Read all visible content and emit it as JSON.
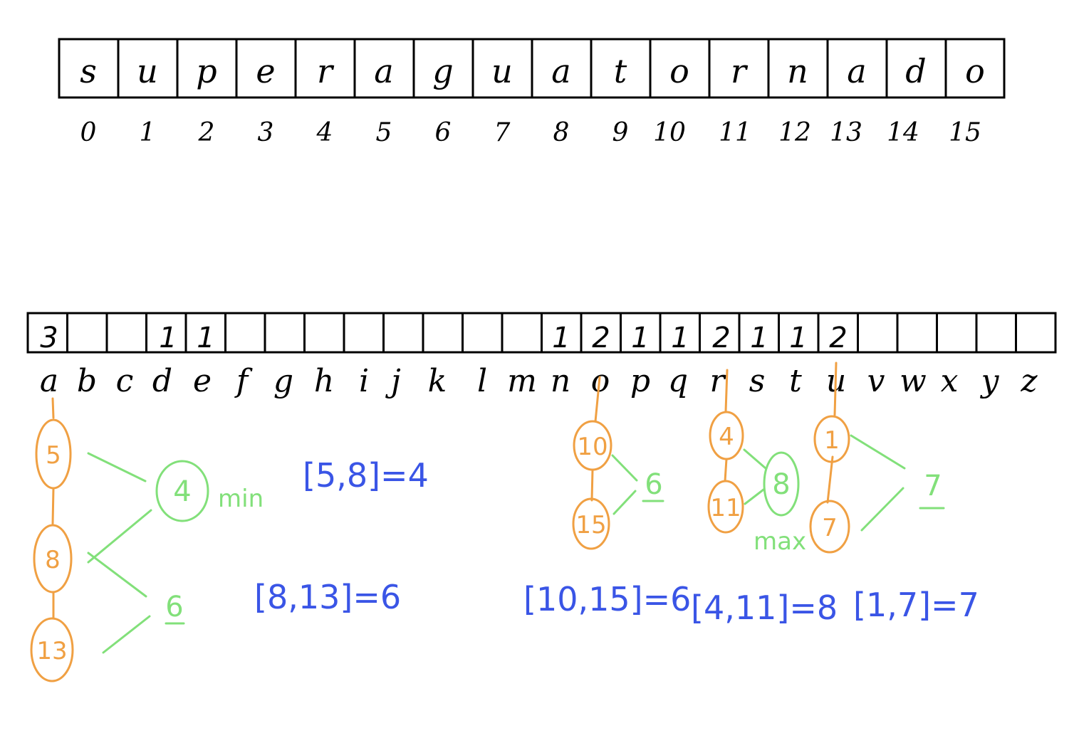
{
  "string_array": {
    "chars": [
      "s",
      "u",
      "p",
      "e",
      "r",
      "a",
      "g",
      "u",
      "a",
      "t",
      "o",
      "r",
      "n",
      "a",
      "d",
      "o"
    ],
    "indices": [
      "0",
      "1",
      "2",
      "3",
      "4",
      "5",
      "6",
      "7",
      "8",
      "9",
      "10",
      "11",
      "12",
      "13",
      "14",
      "15"
    ]
  },
  "alphabet_array": {
    "letters": [
      "a",
      "b",
      "c",
      "d",
      "e",
      "f",
      "g",
      "h",
      "i",
      "j",
      "k",
      "l",
      "m",
      "n",
      "o",
      "p",
      "q",
      "r",
      "s",
      "t",
      "u",
      "v",
      "w",
      "x",
      "y",
      "z"
    ],
    "counts": [
      "3",
      "",
      "",
      "1",
      "1",
      "",
      "",
      "",
      "",
      "",
      "",
      "",
      "",
      "1",
      "2",
      "1",
      "1",
      "2",
      "1",
      "1",
      "2",
      "",
      "",
      "",
      "",
      ""
    ]
  },
  "groups": [
    {
      "letter": "a",
      "nodes": [
        "5",
        "8",
        "13"
      ],
      "results": [
        {
          "value": "4",
          "note": "min",
          "circled": true
        },
        {
          "value": "6",
          "note": "",
          "circled": false
        }
      ],
      "labels": [
        "[5,8]=4",
        "[8,13]=6"
      ]
    },
    {
      "letter": "o",
      "nodes": [
        "10",
        "15"
      ],
      "results": [
        {
          "value": "6",
          "note": "",
          "circled": false
        }
      ],
      "labels": [
        "[10,15]=6"
      ]
    },
    {
      "letter": "r",
      "nodes": [
        "4",
        "11"
      ],
      "results": [
        {
          "value": "8",
          "note": "max",
          "circled": true
        }
      ],
      "labels": [
        "[4,11]=8"
      ]
    },
    {
      "letter": "u",
      "nodes": [
        "1",
        "7"
      ],
      "results": [
        {
          "value": "7",
          "note": "",
          "circled": false
        }
      ],
      "labels": [
        "[1,7]=7"
      ]
    }
  ],
  "colors": {
    "ink": "#000000",
    "nodes": "#f0a043",
    "results": "#82e07a",
    "intervals": "#3a55e6"
  }
}
